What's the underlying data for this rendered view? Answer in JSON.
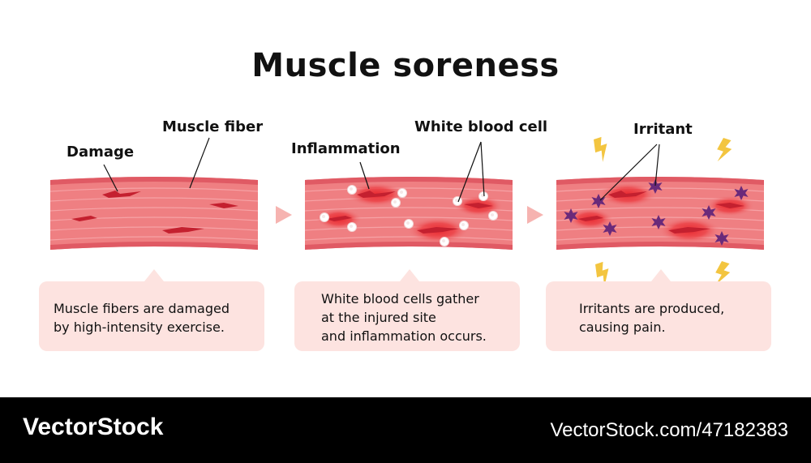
{
  "title": "Muscle soreness",
  "labels": {
    "muscle_fiber": "Muscle fiber",
    "damage": "Damage",
    "inflammation": "Inflammation",
    "white_blood_cell": "White blood cell",
    "irritant": "Irritant"
  },
  "captions": [
    [
      "Muscle fibers are damaged",
      "by high-intensity exercise."
    ],
    [
      "White blood cells gather",
      "at the injured site",
      "and inflammation occurs."
    ],
    [
      "Irritants are produced,",
      "causing pain."
    ]
  ],
  "footer": {
    "brand": "VectorStock",
    "image_id": "VectorStock.com/47182383"
  },
  "colors": {
    "muscle": "#ef7f82",
    "muscle_dark": "#e05a64",
    "stripe": "#f6a3a6",
    "wound": "#c4202f",
    "inflammation": "#e8282f",
    "irritant": "#6a2a7a",
    "lightning": "#f3c540",
    "caption_bg": "#fde3e0",
    "arrow": "#f6b3b0"
  }
}
